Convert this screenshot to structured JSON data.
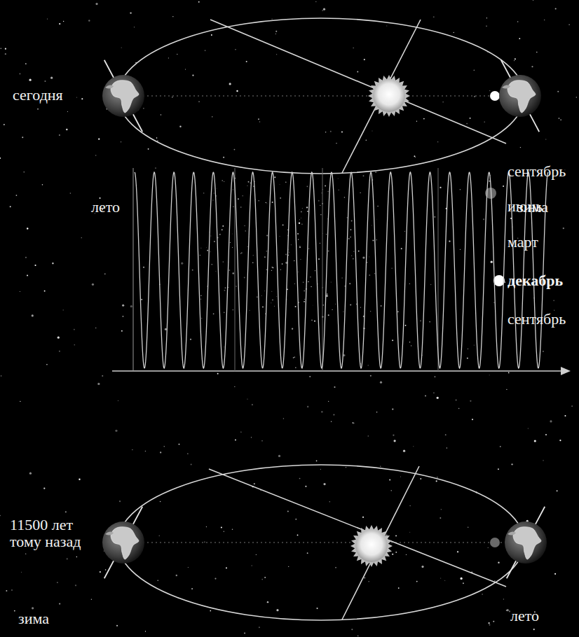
{
  "diagram": {
    "labels": [
      "сегодня",
      "лето",
      "зима",
      "сентябрь",
      "июнь",
      "март",
      "декабрь",
      "сентябрь",
      "11500 лет тому назад",
      "зима",
      "лето"
    ]
  }
}
